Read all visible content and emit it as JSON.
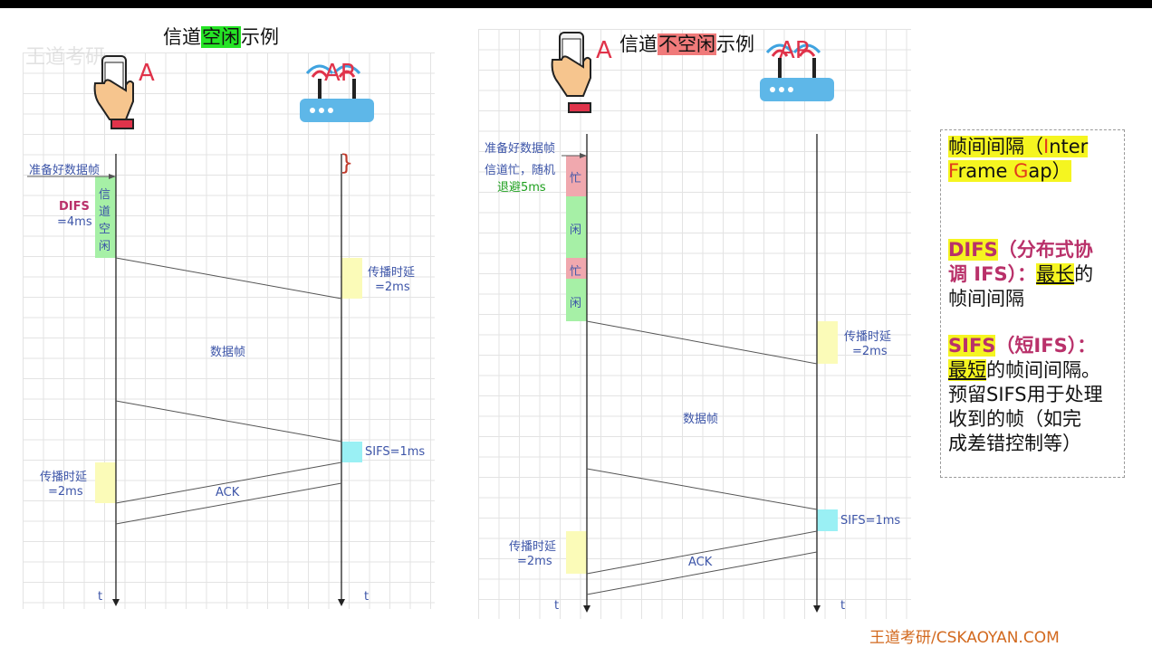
{
  "colors": {
    "idle": "#a6f0a6",
    "busy": "#f0a8ae",
    "propagation": "#fbfbb8",
    "sifs": "#9af0f4",
    "label_blue": "#3d55a8",
    "label_magenta": "#b9316a",
    "label_green": "#1fa01f",
    "highlight_green": "#25e425",
    "highlight_red": "#f07a7a",
    "highlight_yellow": "#f5f520"
  },
  "left": {
    "title_pre": "信道",
    "title_hl": "空闲",
    "title_post": "示例",
    "station_a": "A",
    "station_ap": "AP",
    "ready": "准备好数据帧",
    "difs": "DIFS",
    "difs_val": "=4ms",
    "idle_chars": [
      "信",
      "道",
      "空",
      "闲"
    ],
    "prop1": "传播时延",
    "prop1_val": "=2ms",
    "data_frame": "数据帧",
    "sifs": "SIFS=1ms",
    "prop2": "传播时延",
    "prop2_val": "=2ms",
    "ack": "ACK",
    "t_a": "t",
    "t_ap": "t",
    "brace": "}",
    "watermark": "王道考研"
  },
  "right": {
    "title_pre": "信道",
    "title_hl": "不空闲",
    "title_post": "示例",
    "station_a": "A",
    "station_ap": "AP",
    "ready": "准备好数据帧",
    "busy_note_1": "信道忙，随机",
    "busy_note_2": "退避5ms",
    "busy1": "忙",
    "idle1": "闲",
    "busy2": "忙",
    "idle2": "闲",
    "prop1": "传播时延",
    "prop1_val": "=2ms",
    "data_frame": "数据帧",
    "sifs": "SIFS=1ms",
    "prop2": "传播时延",
    "prop2_val": "=2ms",
    "ack": "ACK",
    "t_a": "t",
    "t_ap": "t"
  },
  "note": {
    "ifs_title_a": "帧间间隔（",
    "ifs_I": "I",
    "ifs_nter": "nter",
    "ifs_F": "F",
    "ifs_rame": "rame ",
    "ifs_G": "G",
    "ifs_ap": "ap）",
    "difs_name": "DIFS",
    "difs_desc1": "（分布式协",
    "difs_desc2": "调 IFS）：",
    "difs_longest": "最长",
    "difs_desc3": "的",
    "difs_desc4": "帧间间隔",
    "sifs_name": "SIFS",
    "sifs_desc1": "（短IFS）：",
    "sifs_shortest": "最短",
    "sifs_desc2": "的帧间间隔。",
    "sifs_desc3": "预留SIFS用于处理",
    "sifs_desc4": "收到的帧（如完",
    "sifs_desc5": "成差错控制等）"
  },
  "footer": "王道考研/CSKAOYAN.COM"
}
